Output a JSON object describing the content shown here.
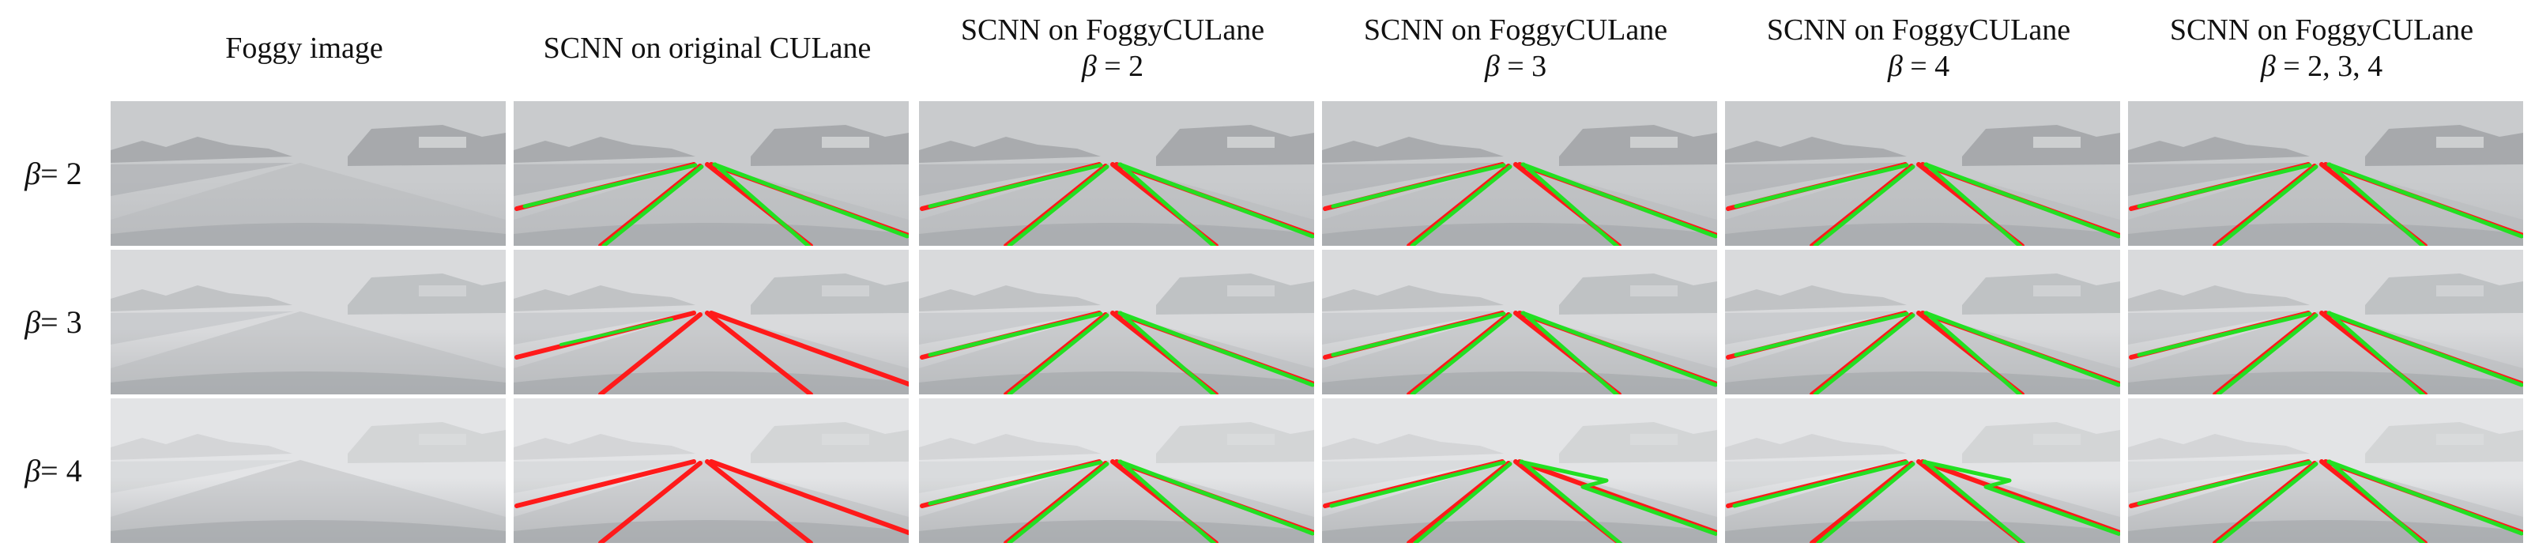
{
  "columns": [
    {
      "line1": "Foggy image",
      "line2": ""
    },
    {
      "line1": "SCNN on original CULane",
      "line2": ""
    },
    {
      "line1": "SCNN on FoggyCULane",
      "line2_sym": "β",
      "line2_val": " = 2"
    },
    {
      "line1": "SCNN on FoggyCULane",
      "line2_sym": "β",
      "line2_val": " = 3"
    },
    {
      "line1": "SCNN on FoggyCULane",
      "line2_sym": "β",
      "line2_val": " = 4"
    },
    {
      "line1": "SCNN on FoggyCULane",
      "line2_sym": "β",
      "line2_val": " = 2, 3, 4"
    }
  ],
  "rows": [
    {
      "sym": "β",
      "val": " = 2"
    },
    {
      "sym": "β",
      "val": " = 3"
    },
    {
      "sym": "β",
      "val": " = 4"
    }
  ],
  "colors": {
    "ground_truth": "#ff1a1a",
    "prediction": "#22e022",
    "fog_row_2": "#c9cbcd",
    "fog_row_3": "#d9dadc",
    "fog_row_4": "#e3e4e6"
  }
}
